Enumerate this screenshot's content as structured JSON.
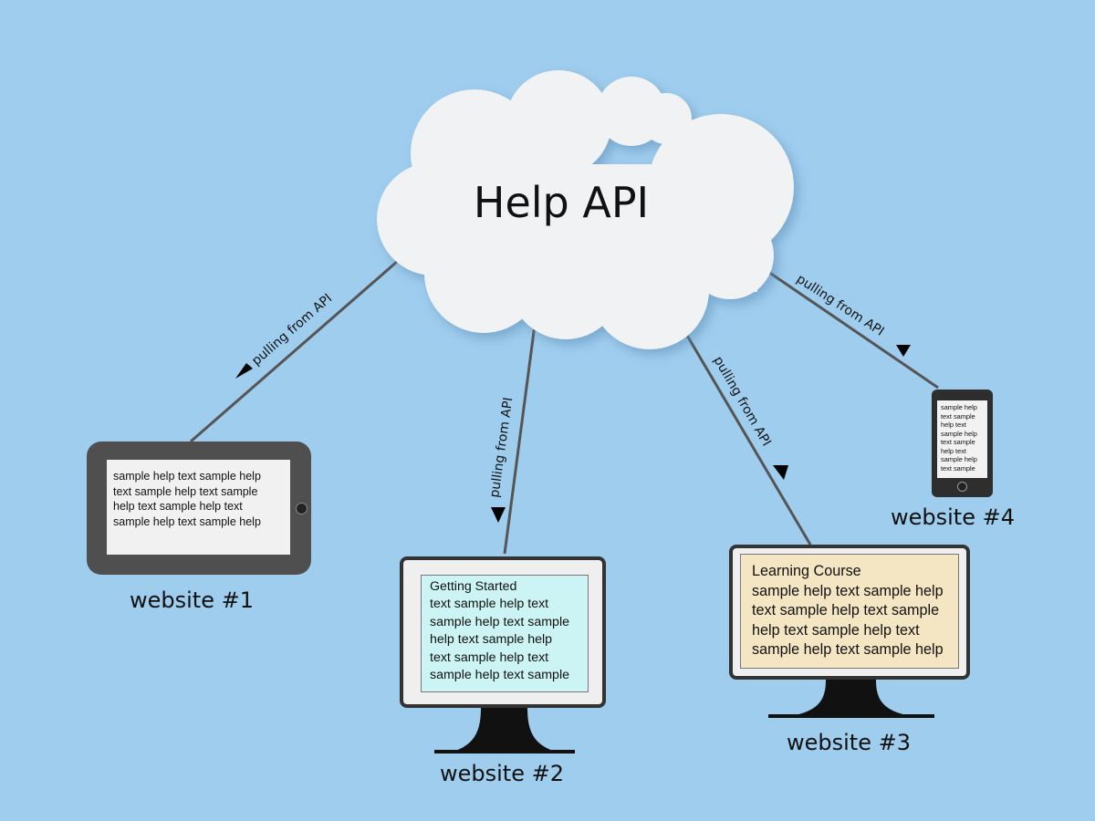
{
  "cloud": {
    "title": "Help API"
  },
  "connections": [
    {
      "label": "pulling from API"
    },
    {
      "label": "pulling from API"
    },
    {
      "label": "pulling from API"
    },
    {
      "label": "pulling from API"
    }
  ],
  "websites": [
    {
      "label": "website #1",
      "screen_lines": [
        "sample help text sample help",
        "text sample help text sample",
        "help text sample help text",
        "sample help text sample help"
      ]
    },
    {
      "label": "website #2",
      "heading": "Getting Started",
      "screen_lines": [
        "text sample help text",
        "sample help text sample",
        "help text sample help",
        "text sample help text",
        "sample help text sample"
      ]
    },
    {
      "label": "website #3",
      "heading": "Learning Course",
      "screen_lines": [
        "sample help text sample help",
        "text sample help text sample",
        "help text sample help text",
        "sample help text sample help"
      ]
    },
    {
      "label": "website #4",
      "screen_lines": [
        "sample help",
        "text sample",
        "help text",
        "sample help",
        "text sample",
        "help text",
        "sample help",
        "text sample"
      ]
    }
  ],
  "colors": {
    "background": "#9fcdee",
    "cloud": "#f1f2f4",
    "connector": "#555555",
    "website2_screen": "#cdf4f4",
    "website3_screen": "#f5e6c3"
  }
}
